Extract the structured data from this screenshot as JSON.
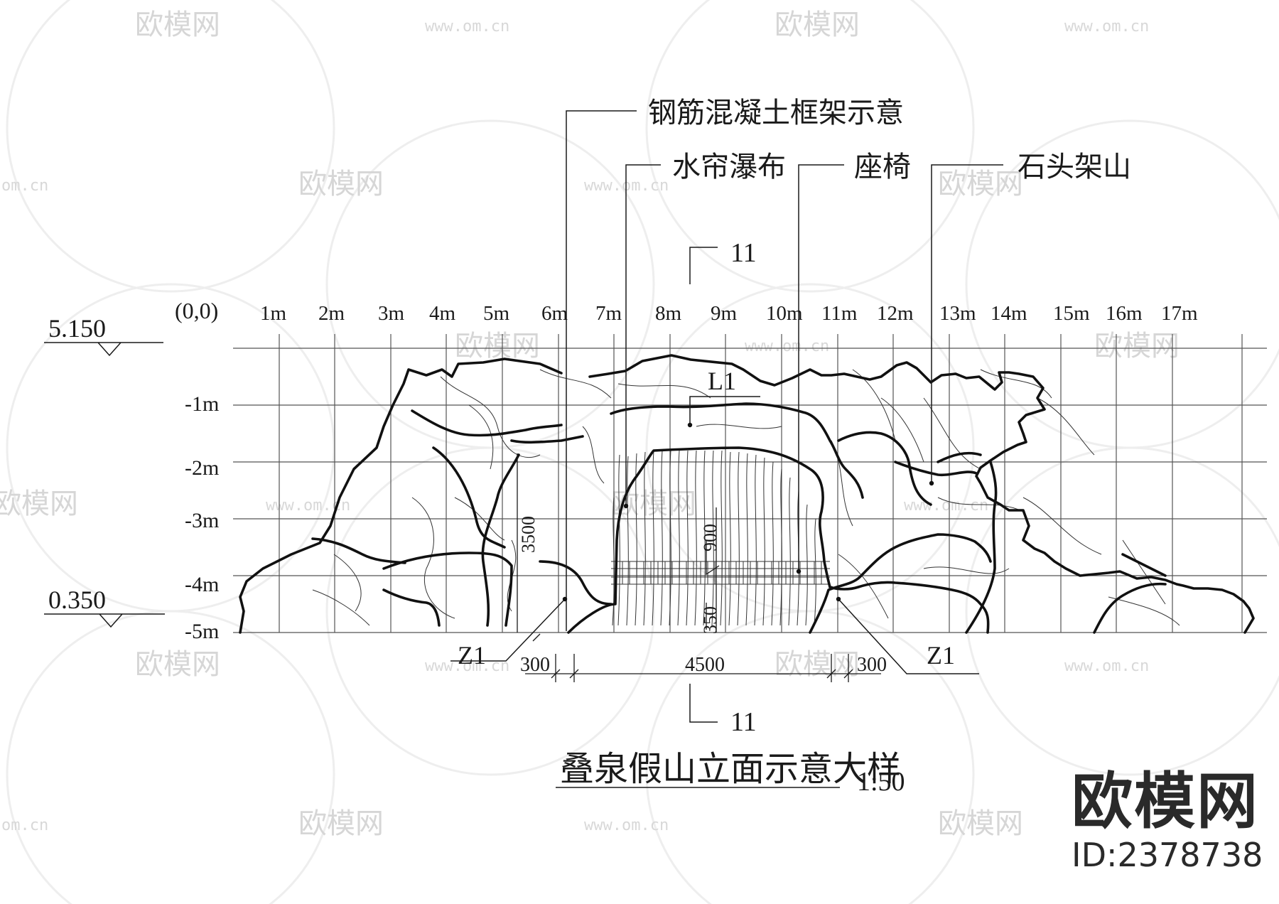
{
  "watermark": {
    "brand": "欧模网",
    "url": "www.om.cn",
    "url_short": "om.cn"
  },
  "callouts": {
    "rc_frame": "钢筋混凝土框架示意",
    "curtain_waterfall": "水帘瀑布",
    "seat": "座椅",
    "rock_mountain": "石头架山",
    "section_top": "11",
    "section_bottom": "11",
    "beam": "L1",
    "column_left": "Z1",
    "column_right": "Z1"
  },
  "levels": {
    "top": "5.150",
    "bottom": "0.350"
  },
  "axes": {
    "origin": "(0,0)",
    "x_labels": [
      "1m",
      "2m",
      "3m",
      "4m",
      "5m",
      "6m",
      "7m",
      "8m",
      "9m",
      "10m",
      "11m",
      "12m",
      "13m",
      "14m",
      "15m",
      "16m",
      "17m"
    ],
    "y_labels": [
      "-1m",
      "-2m",
      "-3m",
      "-4m",
      "-5m"
    ]
  },
  "dimensions": {
    "height_3500": "3500",
    "height_900": "900",
    "height_350": "350",
    "width_left": "300",
    "width_middle": "4500",
    "width_right": "300"
  },
  "title": {
    "text": "叠泉假山立面示意大样",
    "scale": "1:50"
  },
  "brand": {
    "name": "欧模网",
    "id": "ID:2378738"
  }
}
